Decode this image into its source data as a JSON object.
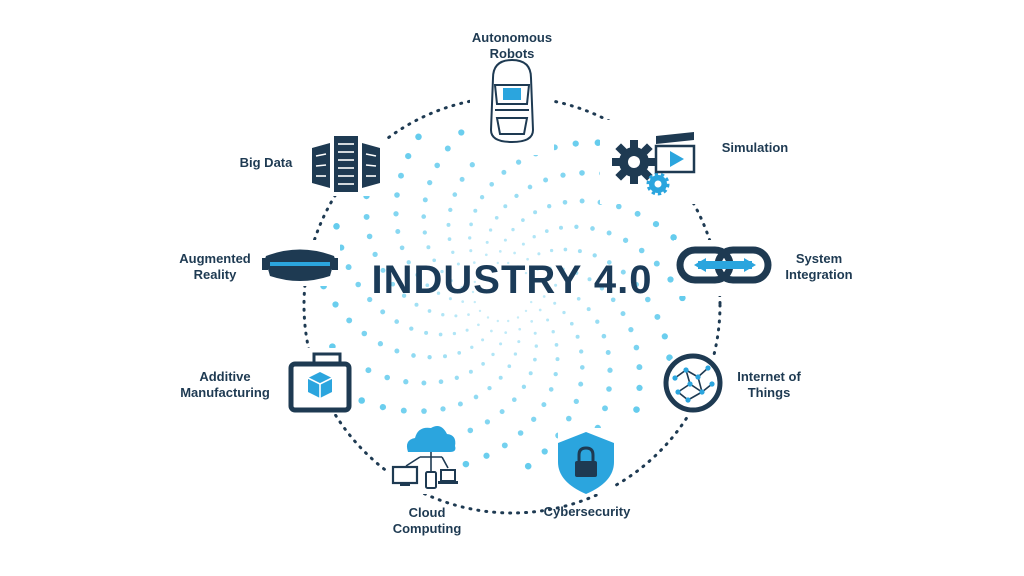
{
  "title": "INDUSTRY 4.0",
  "colors": {
    "dark": "#1e3a52",
    "accent": "#2ba5de",
    "dots": "#59c8ec"
  },
  "nodes": [
    {
      "label": "Autonomous\nRobots",
      "icon": "autonomous-vehicle-icon"
    },
    {
      "label": "Simulation",
      "icon": "gears-clapperboard-icon"
    },
    {
      "label": "System\nIntegration",
      "icon": "chain-link-icon"
    },
    {
      "label": "Internet of\nThings",
      "icon": "network-globe-icon"
    },
    {
      "label": "Cybersecurity",
      "icon": "shield-lock-icon"
    },
    {
      "label": "Cloud\nComputing",
      "icon": "cloud-devices-icon"
    },
    {
      "label": "Additive\nManufacturing",
      "icon": "3d-printer-icon"
    },
    {
      "label": "Augmented\nReality",
      "icon": "ar-headset-icon"
    },
    {
      "label": "Big Data",
      "icon": "server-racks-icon"
    }
  ]
}
